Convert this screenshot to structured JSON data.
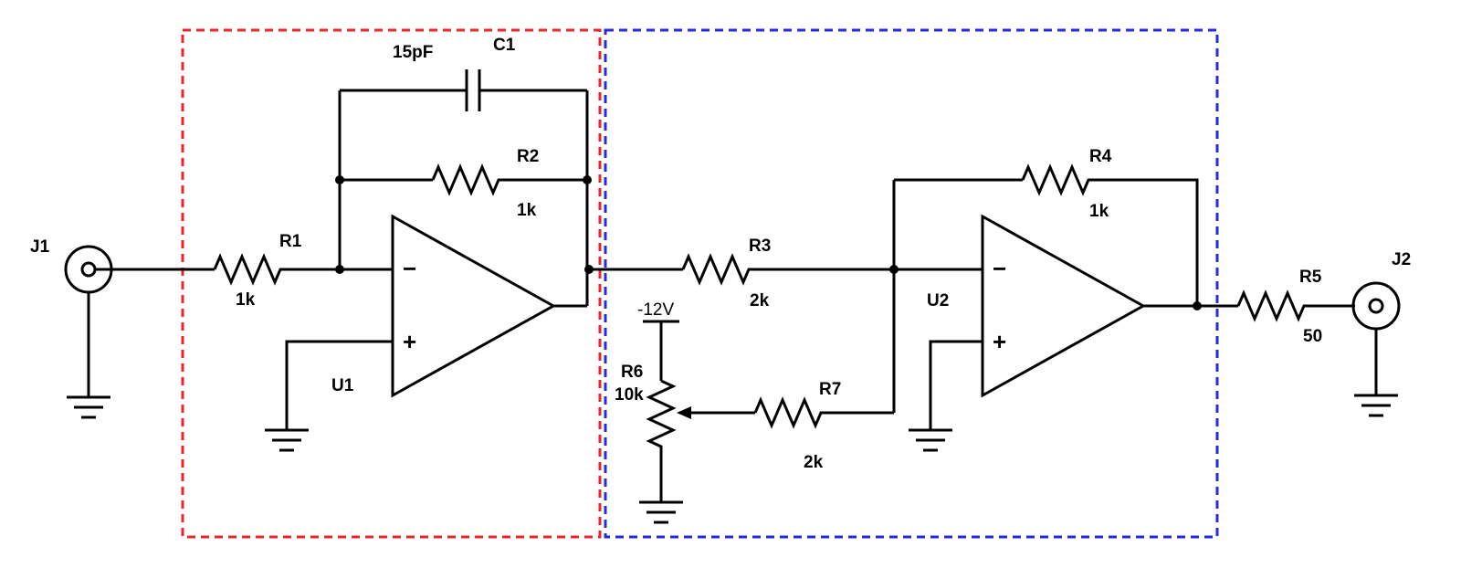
{
  "components": {
    "J1": {
      "ref": "J1"
    },
    "J2": {
      "ref": "J2"
    },
    "R1": {
      "ref": "R1",
      "value": "1k"
    },
    "R2": {
      "ref": "R2",
      "value": "1k"
    },
    "R3": {
      "ref": "R3",
      "value": "2k"
    },
    "R4": {
      "ref": "R4",
      "value": "1k"
    },
    "R5": {
      "ref": "R5",
      "value": "50"
    },
    "R6": {
      "ref": "R6",
      "value": "10k"
    },
    "R7": {
      "ref": "R7",
      "value": "2k"
    },
    "C1": {
      "ref": "C1",
      "value": "15pF"
    },
    "U1": {
      "ref": "U1"
    },
    "U2": {
      "ref": "U2"
    }
  },
  "supply": {
    "neg": "-12V"
  },
  "opamp_pins": {
    "inv": "−",
    "noninv": "+"
  },
  "colors": {
    "stage1_box": "#e8262b",
    "stage2_box": "#2529e0",
    "wire": "#000000"
  }
}
